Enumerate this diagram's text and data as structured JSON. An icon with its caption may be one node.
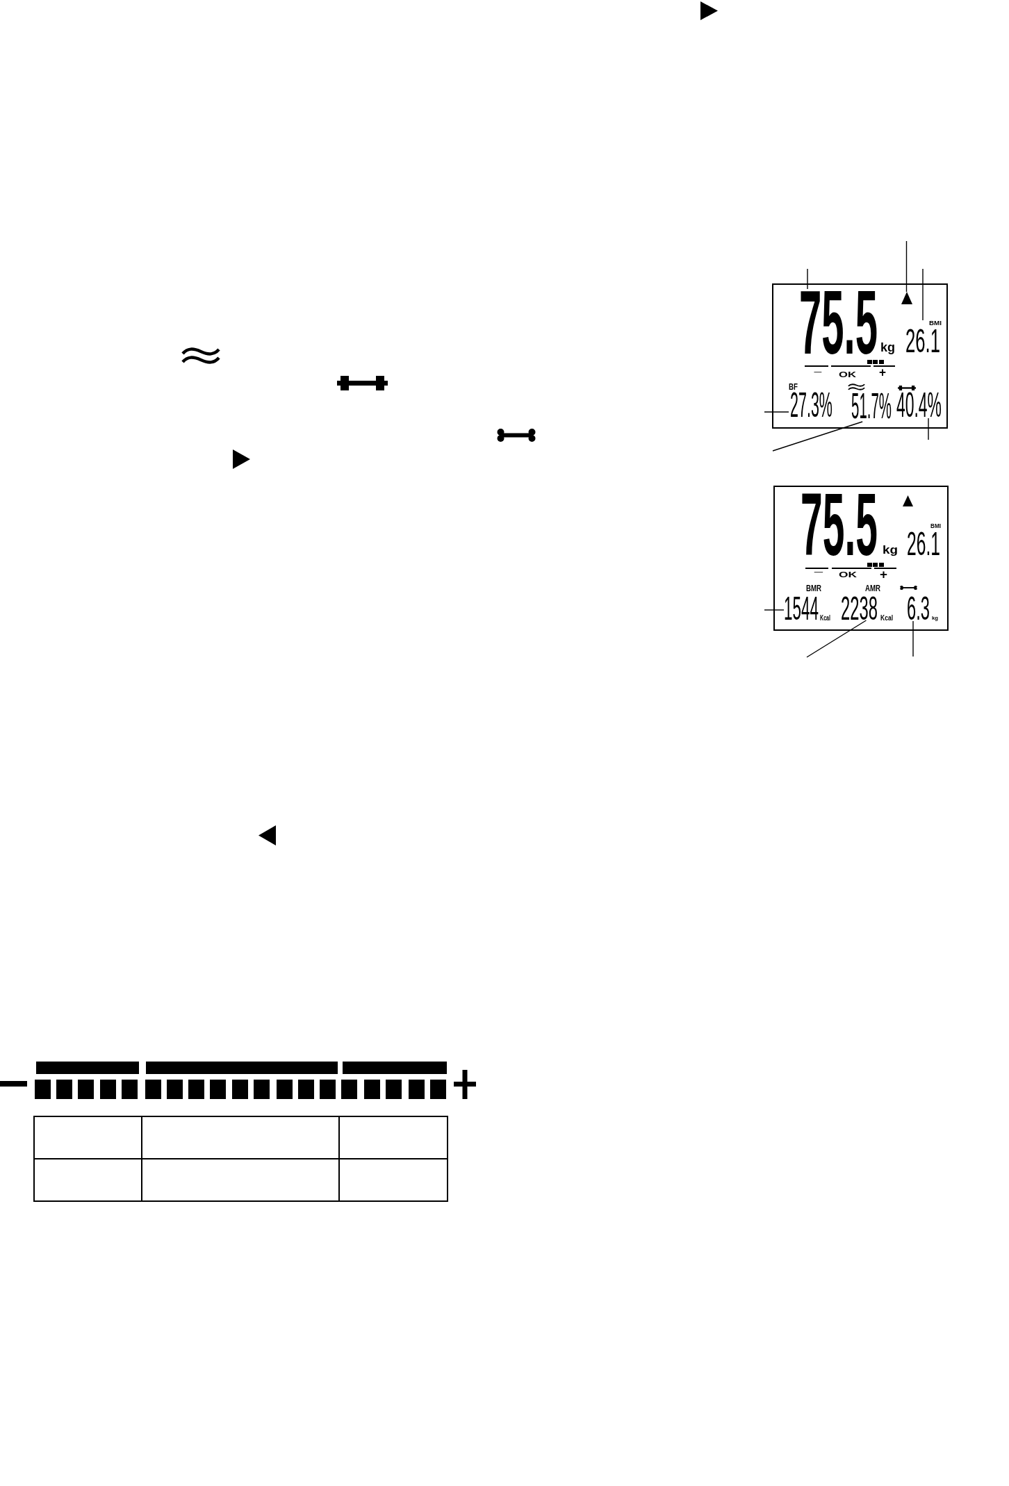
{
  "diagram": {
    "nodes": [
      {
        "text": [],
        "shape": "box"
      },
      {
        "text": [
          "75.5",
          "kg"
        ],
        "in": 0
      },
      {
        "text": [],
        "shape": "triangle",
        "in": 0
      },
      {
        "text": [
          "BMI",
          "26.1"
        ],
        "in": 0
      },
      {
        "text": [
          "BF",
          "27.3%"
        ],
        "in": 0
      },
      {
        "text": [
          "51.7%"
        ],
        "in": 0
      },
      {
        "text": [
          "40.4%"
        ],
        "in": 0
      },
      {
        "text": [],
        "shape": "box"
      },
      {
        "text": [
          "BMR",
          "1544",
          "Kcal"
        ],
        "in": 7
      },
      {
        "text": [
          "AMR",
          "2238",
          "Kcal"
        ],
        "in": 7
      },
      {
        "text": [
          "6.3",
          "kg"
        ],
        "in": 7
      }
    ],
    "edges": [
      {
        "from": null,
        "to": 1,
        "arrow": "none"
      },
      {
        "from": null,
        "to": 2,
        "arrow": "none"
      },
      {
        "from": null,
        "to": 3,
        "arrow": "none"
      },
      {
        "from": null,
        "to": 4,
        "arrow": "none"
      },
      {
        "from": null,
        "to": 5,
        "arrow": "none"
      },
      {
        "from": null,
        "to": 6,
        "arrow": "none"
      },
      {
        "from": null,
        "to": 8,
        "arrow": "none"
      },
      {
        "from": null,
        "to": 9,
        "arrow": "none"
      },
      {
        "from": null,
        "to": 10,
        "arrow": "none"
      }
    ],
    "labels": [
      "−",
      "OK",
      "+",
      "75.5",
      "kg",
      "BMI",
      "26.1",
      "−",
      "OK",
      "+"
    ]
  }
}
